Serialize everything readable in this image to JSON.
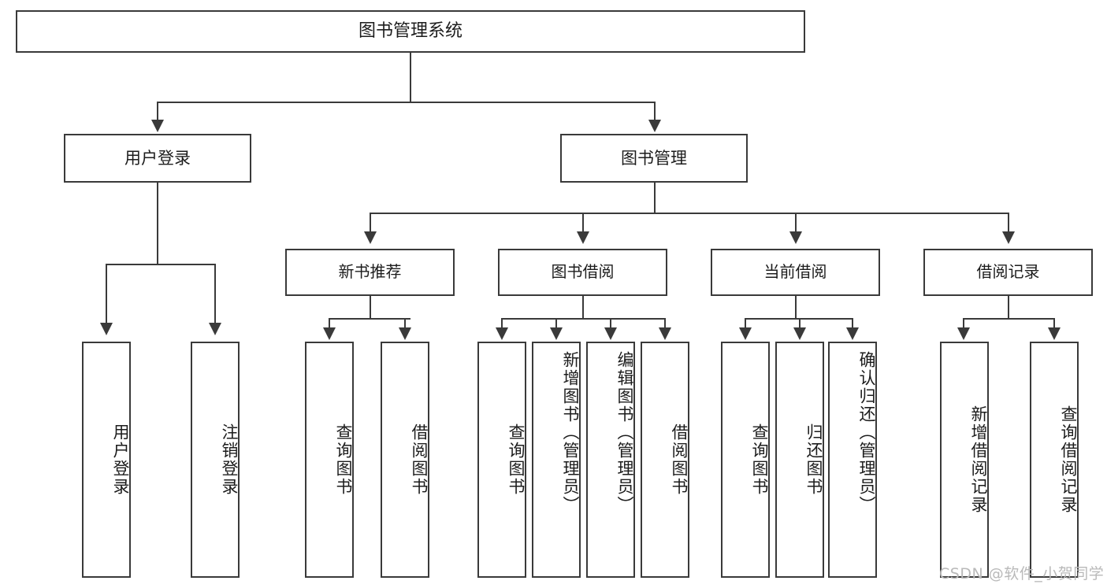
{
  "diagram": {
    "title": "图书管理系统",
    "watermark": "CSDN @软件_小贺同学",
    "line_color": "#3a3a3a",
    "text_color": "#1c1c1c",
    "background": "#ffffff"
  },
  "root": {
    "label": "图书管理系统"
  },
  "level2": [
    {
      "label": "用户登录"
    },
    {
      "label": "图书管理"
    }
  ],
  "level3": [
    {
      "label": "新书推荐"
    },
    {
      "label": "图书借阅"
    },
    {
      "label": "当前借阅"
    },
    {
      "label": "借阅记录"
    }
  ],
  "leaves": [
    {
      "label": "用户登录",
      "parent": "用户登录"
    },
    {
      "label": "注销登录",
      "parent": "用户登录"
    },
    {
      "label": "查询图书",
      "parent": "新书推荐"
    },
    {
      "label": "借阅图书",
      "parent": "新书推荐"
    },
    {
      "label": "查询图书",
      "parent": "图书借阅"
    },
    {
      "label": "新增图书（管理员）",
      "parent": "图书借阅"
    },
    {
      "label": "编辑图书（管理员）",
      "parent": "图书借阅"
    },
    {
      "label": "借阅图书",
      "parent": "图书借阅"
    },
    {
      "label": "查询图书",
      "parent": "当前借阅"
    },
    {
      "label": "归还图书",
      "parent": "当前借阅"
    },
    {
      "label": "确认归还（管理员）",
      "parent": "当前借阅"
    },
    {
      "label": "新增借阅记录",
      "parent": "借阅记录"
    },
    {
      "label": "查询借阅记录",
      "parent": "借阅记录"
    }
  ]
}
